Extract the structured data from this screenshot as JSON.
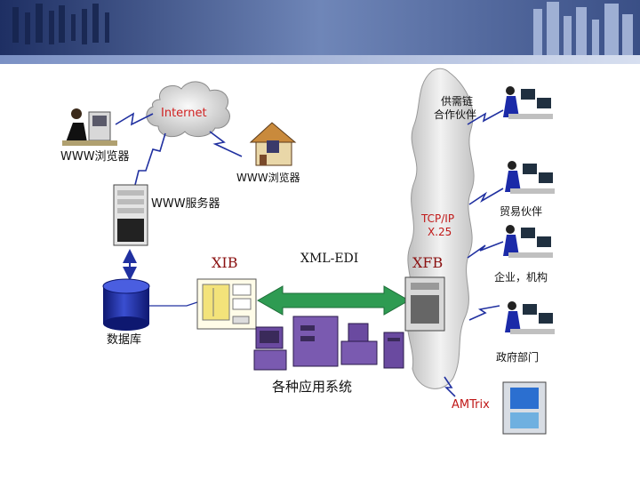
{
  "labels": {
    "internet": "Internet",
    "www_browser_left": "WWW浏览器",
    "www_browser_house": "WWW浏览器",
    "www_server": "WWW服务器",
    "xib": "XIB",
    "xml_edi": "XML-EDI",
    "xfb": "XFB",
    "database": "数据库",
    "app_systems": "各种应用系统",
    "tcpip_line1": "TCP/IP",
    "tcpip_line2": "X.25",
    "amtrix": "AMTrix",
    "supply_chain_line1": "供需链",
    "supply_chain_line2": "合作伙伴",
    "trade_partner": "贸易伙伴",
    "enterprise": "企业，机构",
    "government": "政府部门"
  },
  "colors": {
    "header_blue": "#2a3f7a",
    "cloud_fill": "#e8e8e8",
    "internet_red": "#d02020",
    "tcpip_red": "#c01818",
    "arrow_green": "#2e9b52",
    "db_blue": "#1c2a9c",
    "link_blue": "#2030a0",
    "computer_purple": "#6a4aa0"
  }
}
